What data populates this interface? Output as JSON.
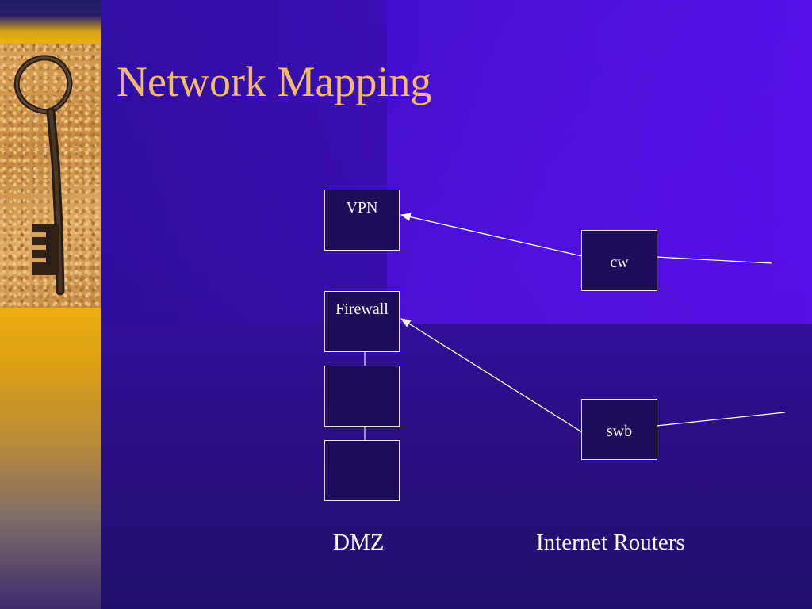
{
  "slide": {
    "title": "Network Mapping"
  },
  "nodes": {
    "vpn": "VPN",
    "firewall": "Firewall",
    "dmz_box_1": "",
    "dmz_box_2": "",
    "cw": "cw",
    "swb": "swb"
  },
  "labels": {
    "dmz": "DMZ",
    "internet_routers": "Internet Routers"
  },
  "colors": {
    "title": "#f5b96b",
    "background": "#3a12b2",
    "strip": "#e8ae12",
    "node_fill": "#1d0c5a",
    "node_border": "#e8e8f0"
  },
  "image": {
    "left_photo": "rusty-key-on-sand"
  }
}
